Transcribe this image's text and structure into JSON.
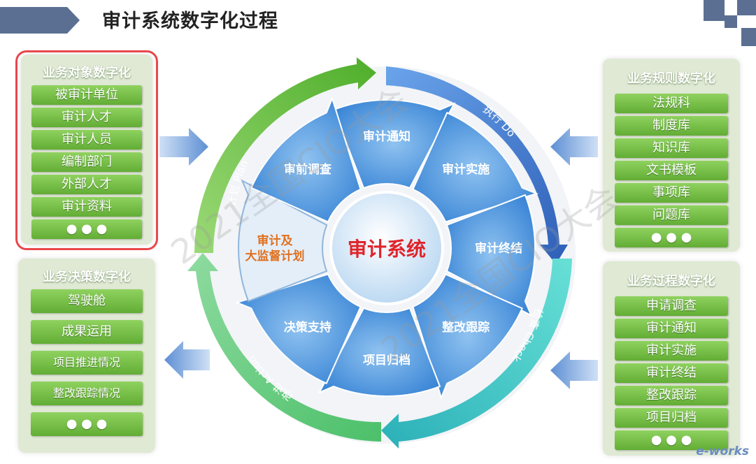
{
  "title": "审计系统数字化过程",
  "left_top": {
    "title": "业务对象数字化",
    "items": [
      "被审计单位",
      "审计人才",
      "审计人员",
      "编制部门",
      "外部人才",
      "审计资料",
      "● ● ●"
    ]
  },
  "left_bottom": {
    "title": "业务决策数字化",
    "items": [
      "驾驶舱",
      "成果运用",
      "项目推进情况",
      "整改跟踪情况",
      "● ● ●"
    ]
  },
  "right_top": {
    "title": "业务规则数字化",
    "items": [
      "法规科",
      "制度库",
      "知识库",
      "文书模板",
      "事项库",
      "问题库",
      "● ● ●"
    ]
  },
  "right_bottom": {
    "title": "业务过程数字化",
    "items": [
      "申请调查",
      "审计通知",
      "审计实施",
      "审计终结",
      "整改跟踪",
      "项目归档",
      "● ● ●"
    ]
  },
  "center": "审计系统",
  "segments": [
    "审计通知",
    "审计实施",
    "审计终结",
    "整改跟踪",
    "项目归档",
    "决策支持",
    "审计及\n大监督计划",
    "审前调查"
  ],
  "arcs": {
    "plan": "计划 Plan",
    "do": "执行 Do",
    "check": "检查 Check",
    "action": "改进 Action"
  },
  "colors": {
    "green": "#6ab93b",
    "blue": "#3f7fd0",
    "teal": "#3cc6c0",
    "seg_blue": "#4f9ce0",
    "center_text": "#e0242a"
  },
  "logo": "e-works",
  "watermark": [
    "2021全国CIO大会"
  ]
}
